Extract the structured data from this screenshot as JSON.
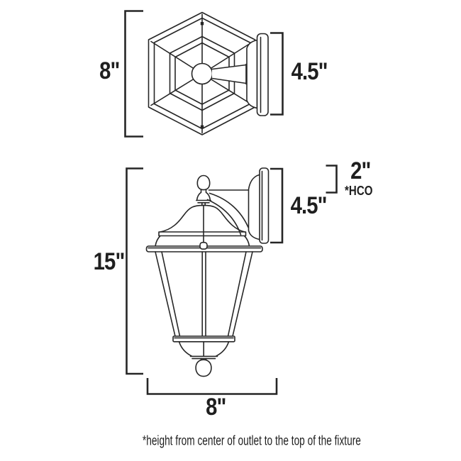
{
  "canvas": {
    "background": "#ffffff",
    "line_color": "#262626",
    "text_color": "#1f1f1f"
  },
  "top_view": {
    "height_label": "8\"",
    "depth_label": "4.5\""
  },
  "side_view": {
    "height_label": "15\"",
    "backplate_label": "4.5\"",
    "outlet_height_label": "2\"",
    "outlet_height_abbr": "*HCO",
    "width_label": "8\""
  },
  "footnote": "*height from center of outlet to the top of the fixture"
}
